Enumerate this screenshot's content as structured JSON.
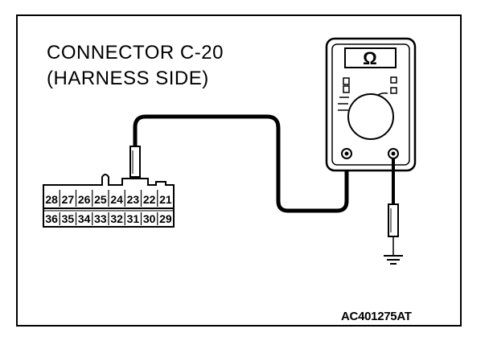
{
  "title": {
    "line1": "CONNECTOR C-20",
    "line2": "(HARNESS SIDE)"
  },
  "figure_code": "AC401275AT",
  "connector": {
    "top_row": [
      "28",
      "27",
      "26",
      "25",
      "24",
      "23",
      "22",
      "21"
    ],
    "bottom_row": [
      "36",
      "35",
      "34",
      "33",
      "32",
      "31",
      "30",
      "29"
    ]
  },
  "meter": {
    "symbol": "Ω"
  },
  "icons": [
    "ohmmeter-icon",
    "ground-symbol-icon",
    "probe-icon"
  ]
}
